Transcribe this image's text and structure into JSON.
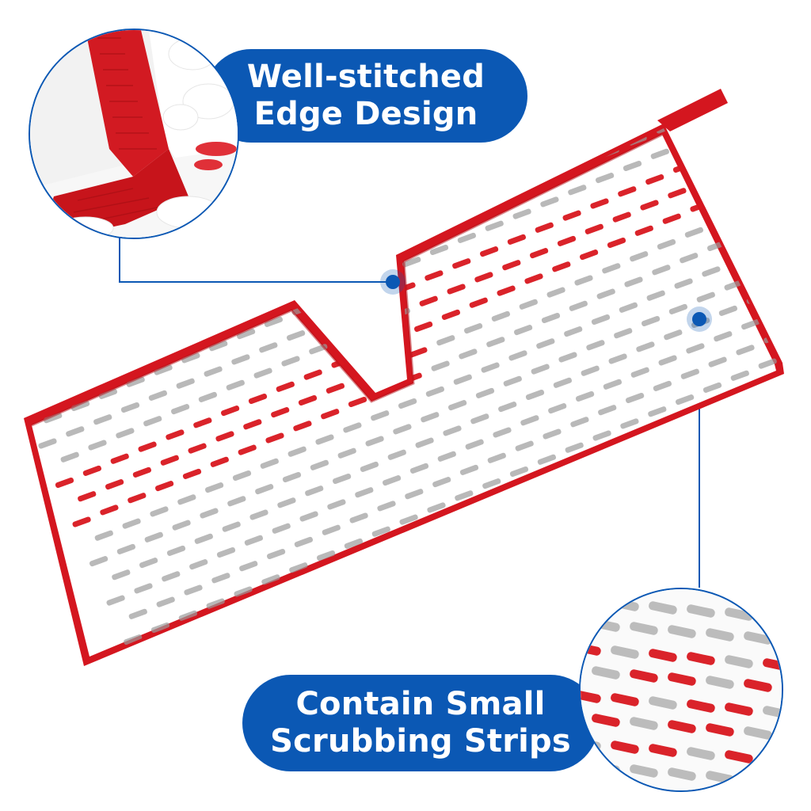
{
  "callouts": {
    "top": {
      "line1": "Well-stitched",
      "line2": "Edge Design"
    },
    "bottom": {
      "line1": "Contain Small",
      "line2": "Scrubbing Strips"
    }
  },
  "product": {
    "name": "mop-pad-refill",
    "fabric_color": "#ffffff",
    "edge_color": "#d4161f",
    "strip_red": "#d8171f",
    "strip_gray": "#9b9b9b"
  },
  "accent_color": "#0b58b4"
}
